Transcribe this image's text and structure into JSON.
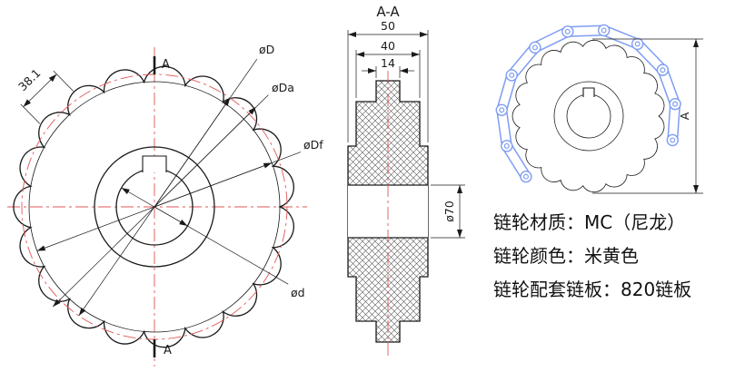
{
  "colors": {
    "line": "#1a1a1a",
    "centerline": "#e05757",
    "chain": "#7f9df2",
    "background": "#ffffff",
    "text": "#111111"
  },
  "front_view": {
    "teeth_count": 19,
    "section_marker_top": "A",
    "section_marker_bottom": "A",
    "dim_labels": {
      "pitch": "38.1",
      "outer": "øD",
      "tip": "øDa",
      "root": "øDf",
      "bore": "ød"
    }
  },
  "section_view": {
    "title": "A-A",
    "dims": {
      "total_width": "50",
      "rim_width": "40",
      "tooth_width": "14",
      "bore_dia": "ø70"
    }
  },
  "side_view": {
    "dim_outer": "A"
  },
  "notes": [
    "链轮材质：MC（尼龙）",
    "链轮颜色：米黄色",
    "链轮配套链板：820链板"
  ]
}
